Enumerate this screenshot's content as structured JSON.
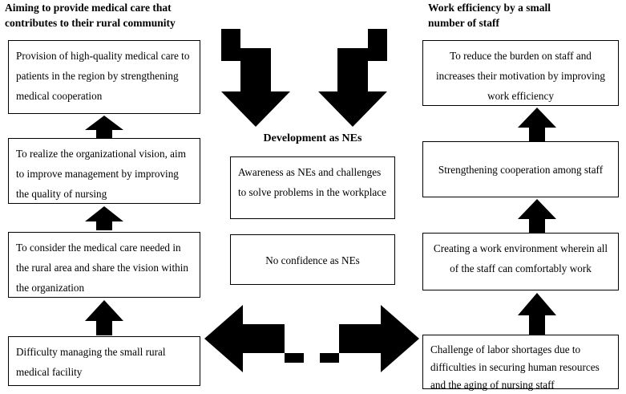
{
  "headers": {
    "left": "Aiming to provide medical care that\ncontributes to their rural community",
    "right": "Work efficiency by a small\nnumber of staff"
  },
  "center_title": "Development as NEs",
  "boxes": {
    "left_top": "Provision of high-quality medical care to patients in the region by strengthening medical cooperation",
    "left_second": "To realize the organizational vision, aim to improve management by improving the quality of nursing",
    "left_third": "To consider the medical care needed in the rural area and share the vision within the organization",
    "left_bottom": "Difficulty managing the small rural medical facility",
    "center_top": "Awareness as NEs and challenges to solve problems in the workplace",
    "center_bottom": "No confidence as NEs",
    "right_top": "To reduce the burden on staff and increases their motivation by improving work efficiency",
    "right_second": "Strengthening cooperation among staff",
    "right_third": "Creating a work environment wherein all of the staff can comfortably work",
    "right_bottom": "Challenge of labor shortages due to difficulties in securing human resources and the aging of nursing staff"
  },
  "arrows": {
    "left_up_1": "up-arrow-left-lower",
    "left_up_2": "up-arrow-left-middle",
    "left_up_3": "up-arrow-left-upper",
    "right_up_1": "up-arrow-right-lower",
    "right_up_2": "up-arrow-right-middle",
    "right_up_3": "up-arrow-right-upper",
    "center_down_left": "down-arrow-center-left",
    "center_down_right": "down-arrow-center-right",
    "bottom_left": "elbow-arrow-to-left-bottom-box",
    "bottom_right": "elbow-arrow-to-right-bottom-box"
  },
  "colors": {
    "line": "#000000",
    "background": "#ffffff",
    "arrow_fill": "#000000"
  }
}
